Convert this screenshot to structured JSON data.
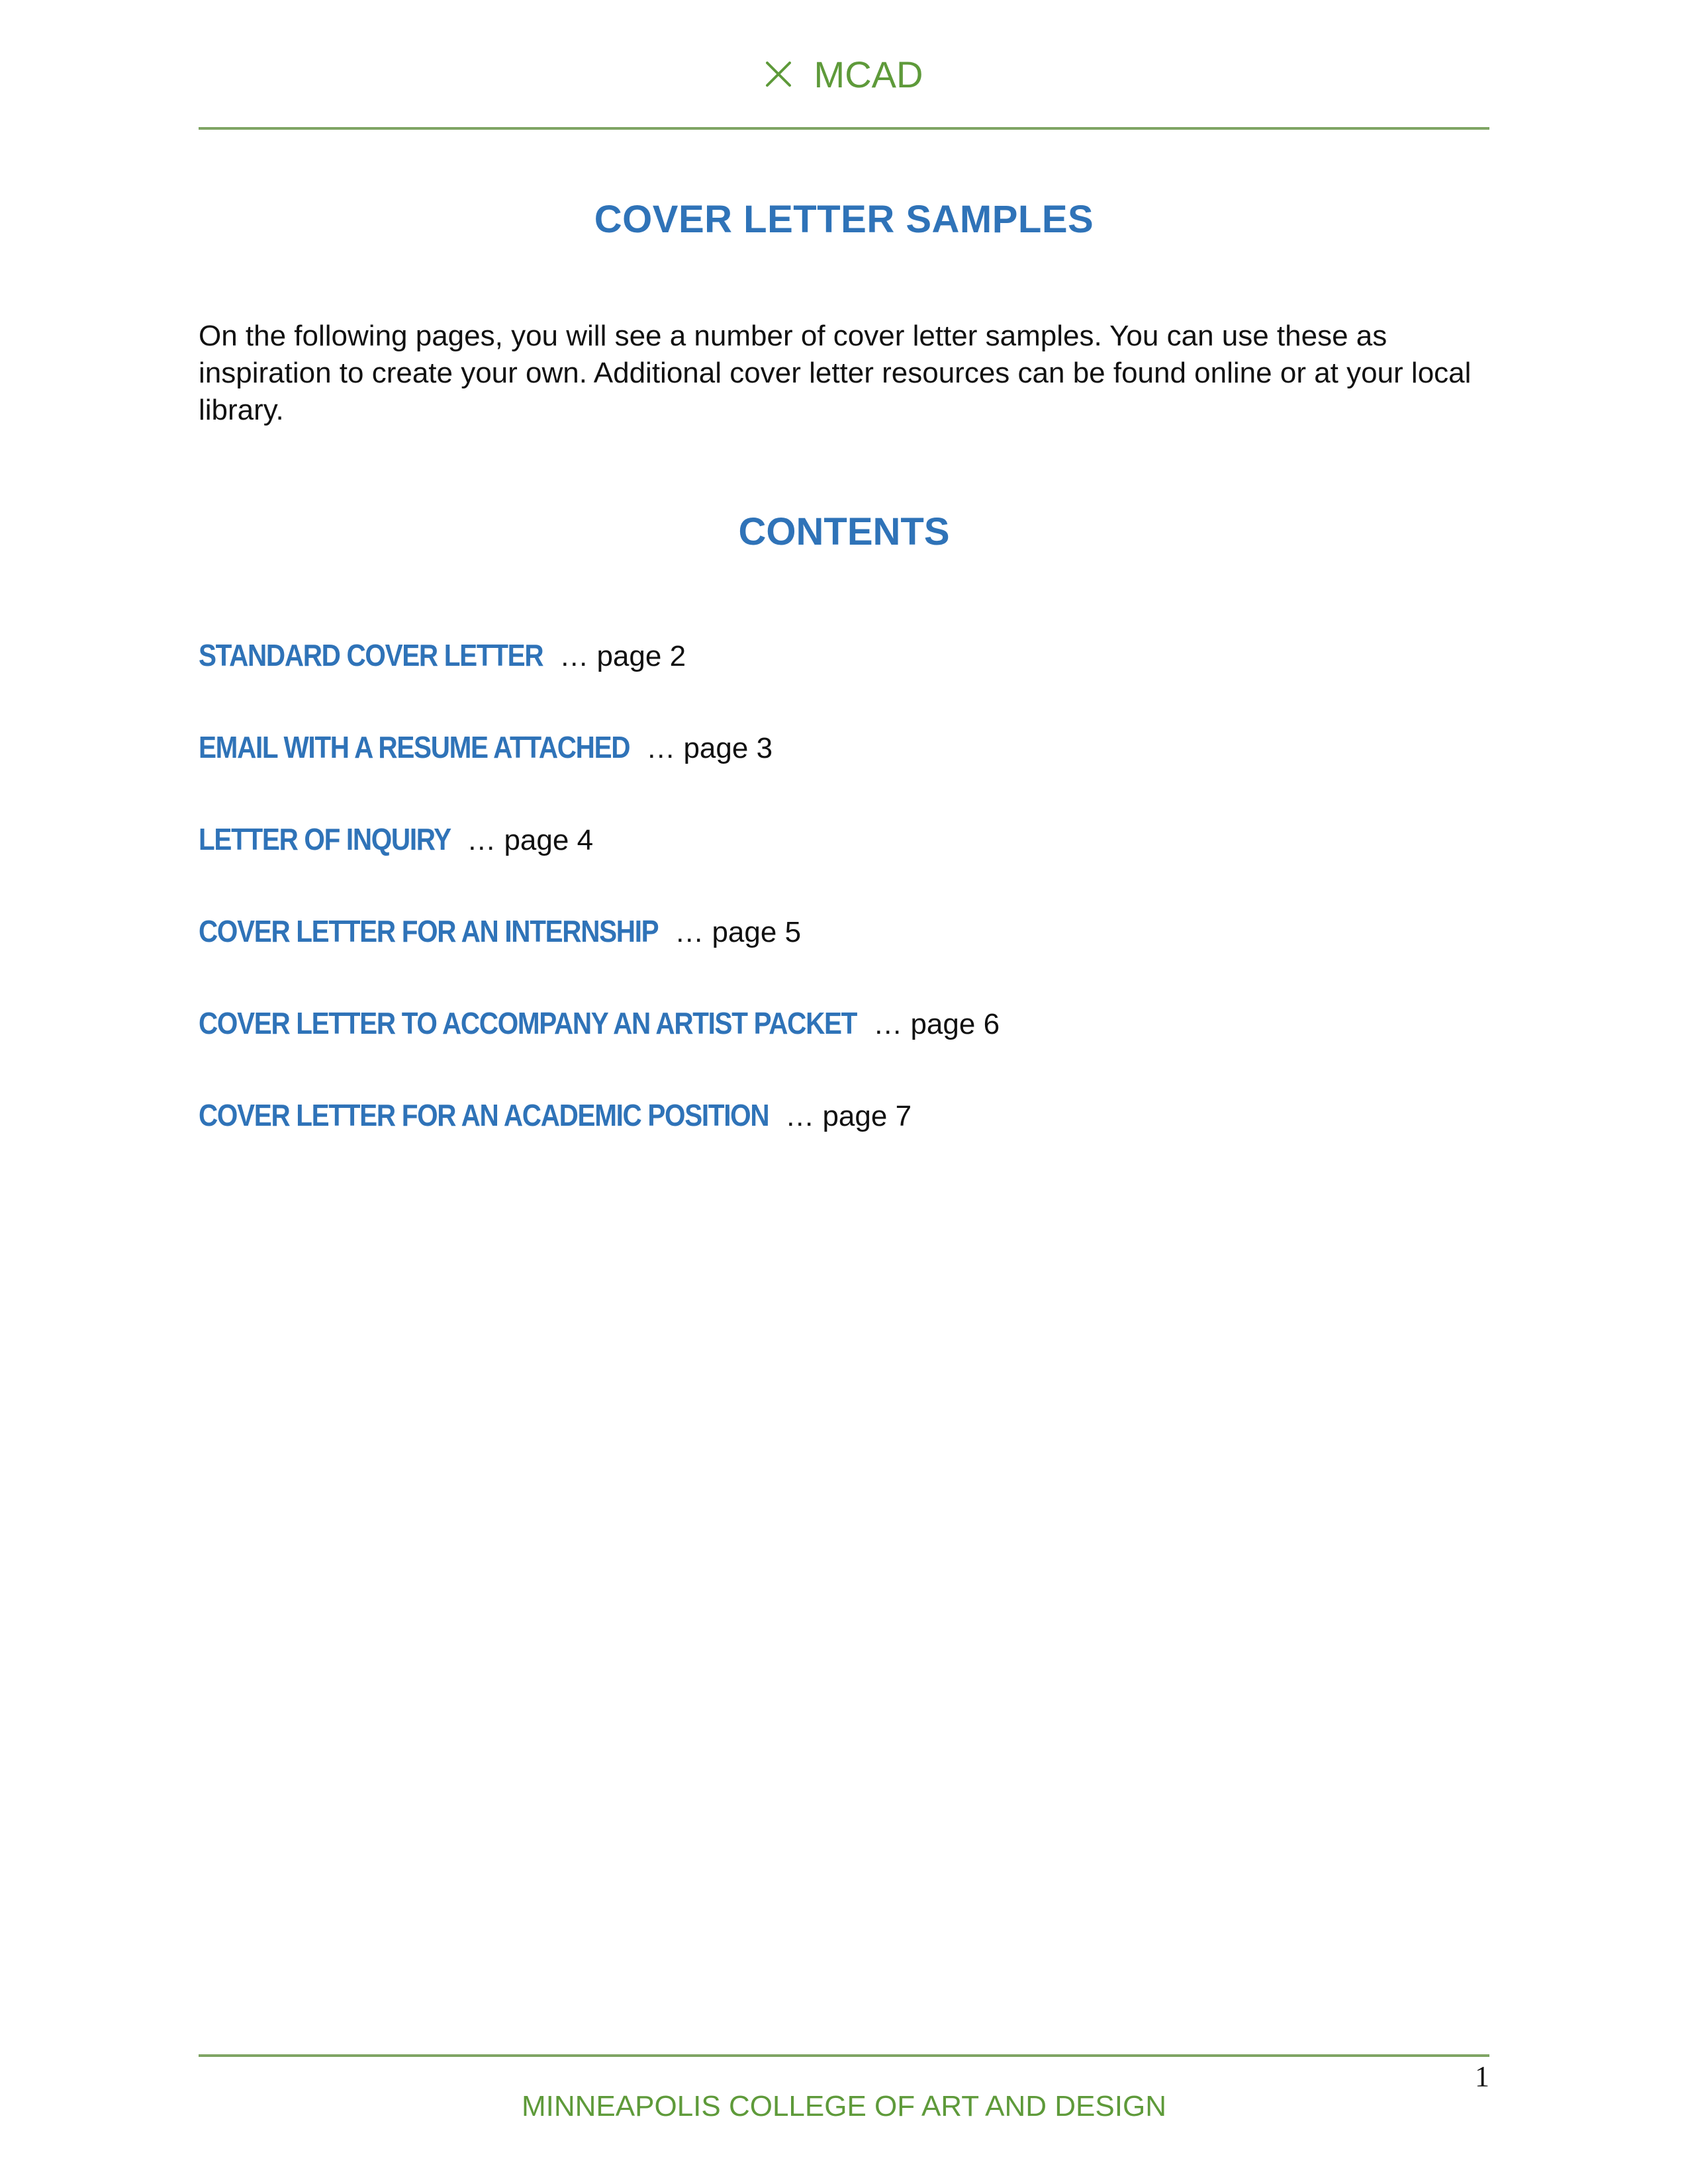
{
  "header": {
    "brand": "MCAD",
    "logo_icon": "x-mark-icon",
    "accent_color": "#5e9a3a"
  },
  "document": {
    "title": "COVER LETTER SAMPLES",
    "intro": "On the following pages, you will see a number of cover letter samples. You can use these as inspiration to create your own. Additional cover letter resources can be found online or at your local library.",
    "contents_heading": "CONTENTS",
    "heading_color": "#2f73b8",
    "toc": [
      {
        "label": "STANDARD COVER LETTER",
        "page": "… page 2"
      },
      {
        "label": "EMAIL WITH A RESUME ATTACHED",
        "page": "… page 3"
      },
      {
        "label": "LETTER OF INQUIRY",
        "page": "… page 4"
      },
      {
        "label": "COVER LETTER FOR AN INTERNSHIP",
        "page": "… page 5"
      },
      {
        "label": "COVER LETTER TO ACCOMPANY AN ARTIST PACKET",
        "page": "… page 6"
      },
      {
        "label": "COVER LETTER FOR AN ACADEMIC POSITION",
        "page": "… page 7"
      }
    ]
  },
  "footer": {
    "page_number": "1",
    "institution": "MINNEAPOLIS COLLEGE OF ART AND DESIGN"
  }
}
